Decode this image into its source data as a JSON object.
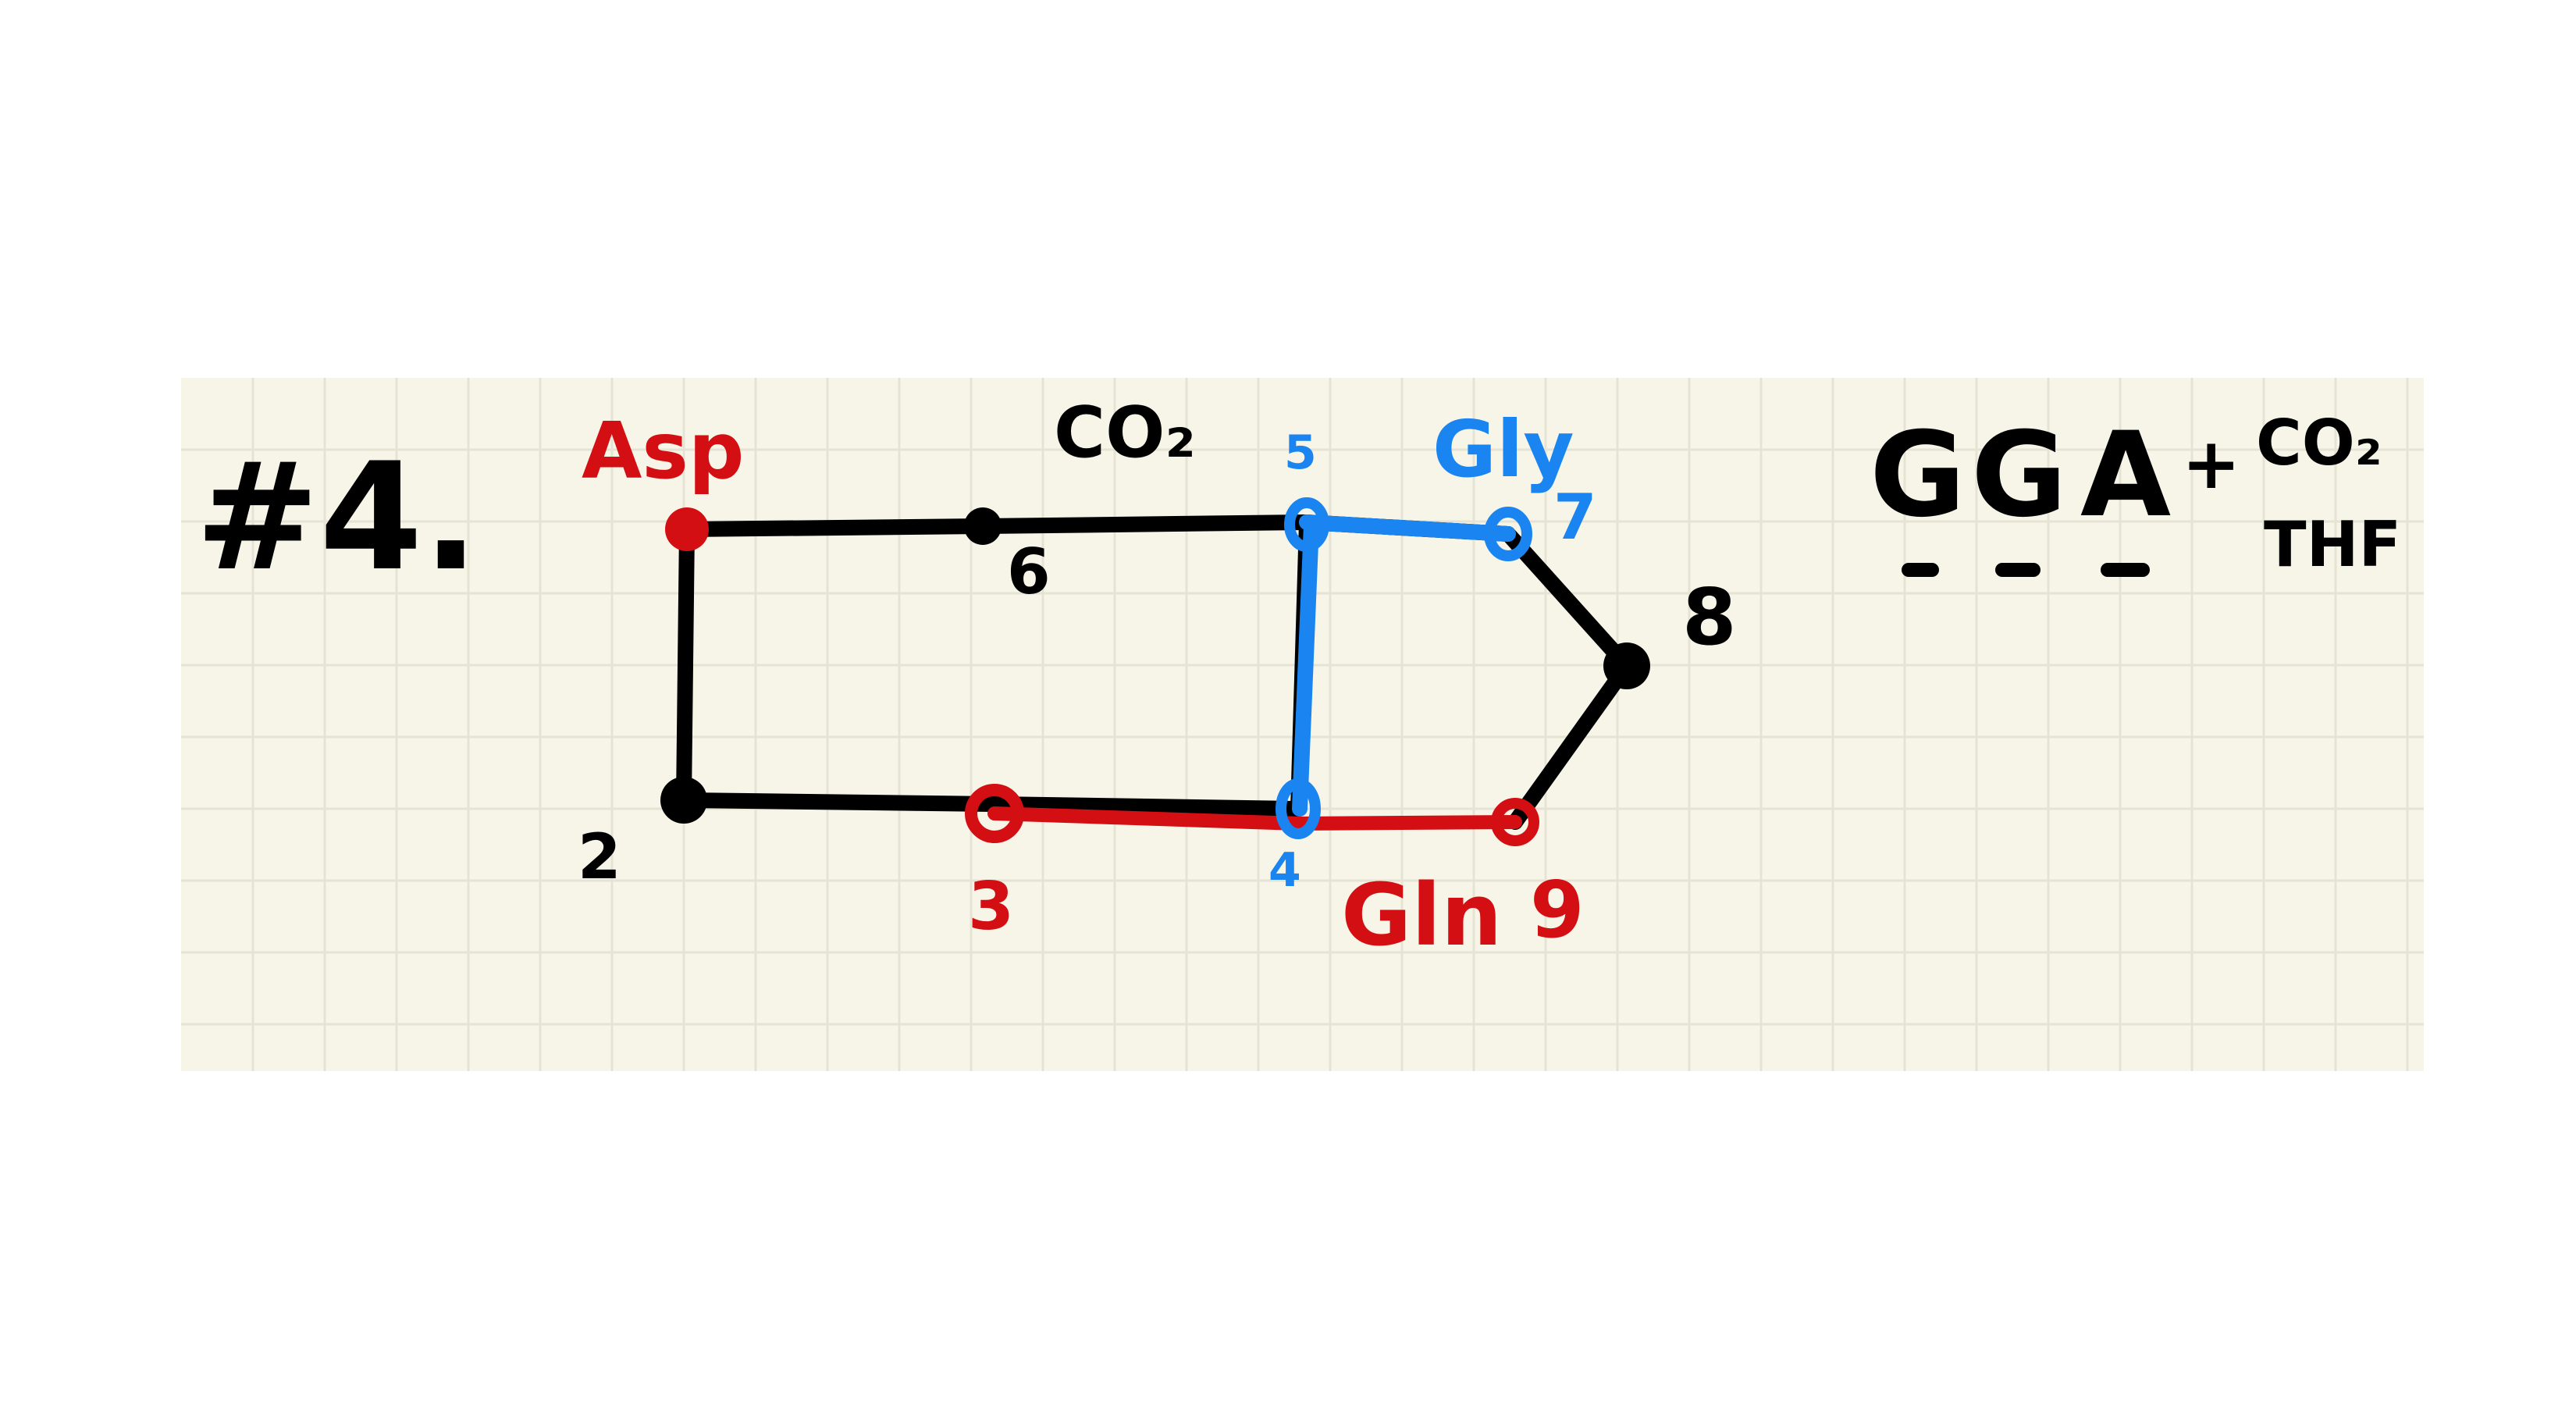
{
  "title": "#4.",
  "diagram": {
    "nodes": [
      {
        "id": "asp-node",
        "label": "",
        "color": "#d40f14"
      },
      {
        "id": "2",
        "label": "2",
        "color": "#000000"
      },
      {
        "id": "3",
        "label": "3",
        "color": "#d40f14"
      },
      {
        "id": "4",
        "label": "4",
        "color": "#1a84f0"
      },
      {
        "id": "5",
        "label": "5",
        "color": "#1a84f0"
      },
      {
        "id": "6",
        "label": "6",
        "color": "#000000"
      },
      {
        "id": "7",
        "label": "7",
        "color": "#1a84f0"
      },
      {
        "id": "8",
        "label": "8",
        "color": "#000000"
      },
      {
        "id": "9",
        "label": "9",
        "color": "#d40f14"
      }
    ],
    "source_labels": {
      "asp": "Asp",
      "co2": "CO₂",
      "gly": "Gly",
      "gln": "Gln"
    }
  },
  "summary": {
    "letters": [
      "G",
      "G",
      "A"
    ],
    "plus": "+",
    "co2": "CO₂",
    "thf": "THF"
  },
  "colors": {
    "paper": "#f7f5e8",
    "grid": "#e6e3d4",
    "ink": "#000000",
    "red": "#d40f14",
    "blue": "#1a84f0"
  }
}
